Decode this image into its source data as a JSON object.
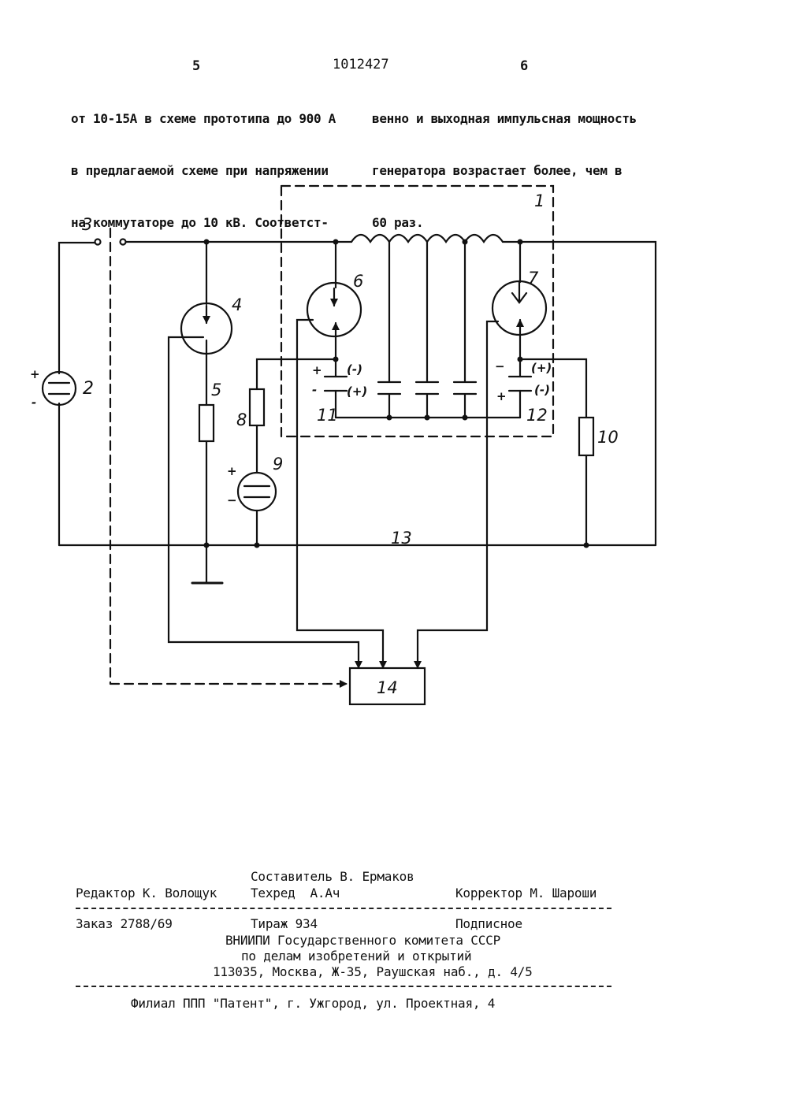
{
  "header": {
    "page_left": "5",
    "patent_number": "1012427",
    "page_right": "6"
  },
  "text_left": [
    "от 10-15А в схеме прототипа до 900 А",
    "в предлагаемой схеме при напряжении",
    "на коммутаторе до 10 кВ. Соответст-"
  ],
  "text_right": [
    "венно и выходная импульсная мощность",
    "генератора возрастает более, чем в",
    "60 раз."
  ],
  "figure": {
    "labels": {
      "l1": "1",
      "l2": "2",
      "l3": "3",
      "l4": "4",
      "l5": "5",
      "l6": "6",
      "l7": "7",
      "l8": "8",
      "l9": "9",
      "l10": "10",
      "l11": "11",
      "l12": "12",
      "l13": "13",
      "l14": "14"
    },
    "polarity": {
      "c11_top_outer": "+",
      "c11_top_inner": "(-)",
      "c11_bot_outer": "-",
      "c11_bot_inner": "(+)",
      "c12_top_outer": "−",
      "c12_top_inner": "(+)",
      "c12_bot_outer": "+",
      "c12_bot_inner": "(-)",
      "src2_plus": "+",
      "src2_minus": "-",
      "src9_plus": "+",
      "src9_minus": "−"
    }
  },
  "footer": {
    "compiler": "Составитель В. Ермаков",
    "editor": "Редактор К. Волощук",
    "techred": "Техред  А.Ач",
    "corrector": "Корректор М. Шароши",
    "order": "Заказ 2788/69",
    "circulation": "Тираж 934",
    "subscription": "Подписное",
    "org_line1": "ВНИИПИ Государственного комитета СССР",
    "org_line2": "по делам изобретений и открытий",
    "address": "113035, Москва, Ж-35, Раушская наб., д. 4/5",
    "branch": "Филиал ППП \"Патент\", г. Ужгород, ул. Проектная, 4"
  }
}
